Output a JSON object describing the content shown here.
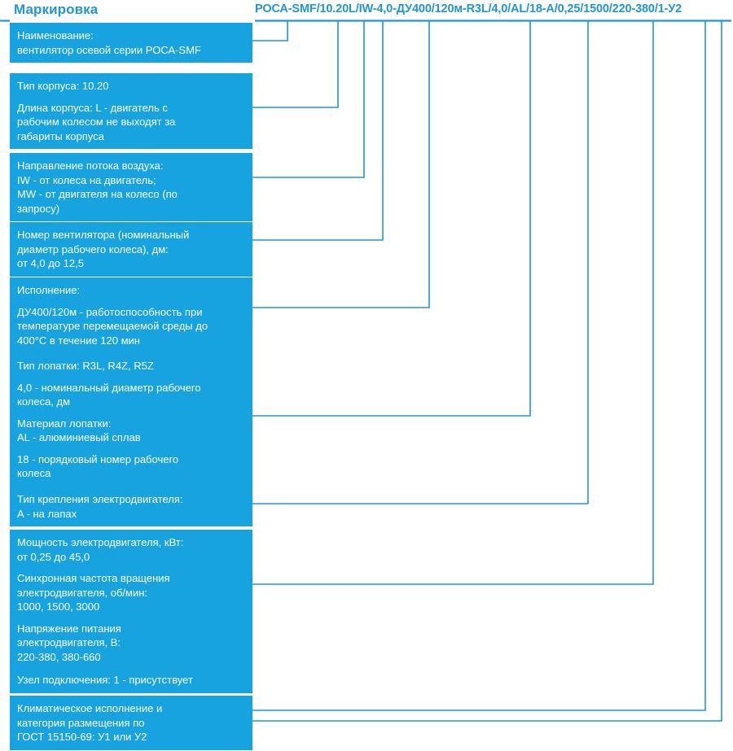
{
  "header": {
    "title": "Маркировка",
    "marking_code": "РОСА-SMF/10.20L/IW-4,0-ДУ400/120м-R3L/4,0/AL/18-A/0,25/1500/220-380/1-У2"
  },
  "colors": {
    "accent": "#2196d6",
    "box_fill": "#17a3e0",
    "box_text": "#ffffff",
    "background": "#ffffff"
  },
  "code_segments": [
    "РОСА-SMF",
    "10.20L",
    "IW",
    "4,0",
    "ДУ400/120м",
    "R3L",
    "4,0",
    "AL",
    "18",
    "A",
    "0,25",
    "1500",
    "220-380",
    "1",
    "У2"
  ],
  "boxes": [
    {
      "id": "naimenovanie",
      "name": "designation",
      "lines": [
        {
          "text": "Наименование:",
          "gap": false
        },
        {
          "text": "вентилятор осевой серии РОСА-SMF",
          "gap": false
        }
      ]
    },
    {
      "id": "tip-korpusa",
      "name": "housing-type",
      "lines": [
        {
          "text": "Тип корпуса: 10.20",
          "gap": false
        },
        {
          "text": "Длина корпуса: L - двигатель с",
          "gap": true
        },
        {
          "text": "рабочим колесом не выходят за",
          "gap": false
        },
        {
          "text": "габариты корпуса",
          "gap": false
        }
      ]
    },
    {
      "id": "napravlenie-potoka",
      "name": "airflow-direction",
      "lines": [
        {
          "text": "Направление потока воздуха:",
          "gap": false
        },
        {
          "text": "IW - от колеса на двигатель;",
          "gap": false
        },
        {
          "text": "MW - от двигателя на колесо (по",
          "gap": false
        },
        {
          "text": "запросу)",
          "gap": false
        }
      ]
    },
    {
      "id": "nomer-ventilyatora",
      "name": "fan-number",
      "lines": [
        {
          "text": "Номер вентилятора (номинальный",
          "gap": false
        },
        {
          "text": "диаметр рабочего колеса), дм:",
          "gap": false
        },
        {
          "text": "от 4,0 до 12,5",
          "gap": false
        }
      ]
    },
    {
      "id": "ispolnenie",
      "name": "fire-rating",
      "lines": [
        {
          "text": "Исполнение:",
          "gap": false
        },
        {
          "text": "ДУ400/120м - работоспособность при",
          "gap": true
        },
        {
          "text": "температуре перемещаемой среды до",
          "gap": false
        },
        {
          "text": "400°C в течение 120 мин",
          "gap": false
        }
      ]
    },
    {
      "id": "tip-lopatki",
      "name": "blade-type",
      "lines": [
        {
          "text": "Тип лопатки: R3L, R4Z, R5Z",
          "gap": false
        },
        {
          "text": "4,0 - номинальный диаметр рабочего",
          "gap": true
        },
        {
          "text": "колеса, дм",
          "gap": false
        },
        {
          "text": "Материал лопатки:",
          "gap": true
        },
        {
          "text": "AL - алюминиевый сплав",
          "gap": false
        },
        {
          "text": "18 - порядковый номер рабочего",
          "gap": true
        },
        {
          "text": "колеса",
          "gap": false
        }
      ]
    },
    {
      "id": "tip-krepleniya",
      "name": "motor-mounting-type",
      "lines": [
        {
          "text": "Тип крепления электродвигателя:",
          "gap": false
        },
        {
          "text": "A - на лапах",
          "gap": false
        }
      ]
    },
    {
      "id": "moshchnost",
      "name": "motor-power",
      "lines": [
        {
          "text": "Мощность электродвигателя, кВт:",
          "gap": false
        },
        {
          "text": "от 0,25 до 45,0",
          "gap": false
        },
        {
          "text": "Синхронная частота вращения",
          "gap": true
        },
        {
          "text": "электродвигателя, об/мин:",
          "gap": false
        },
        {
          "text": "1000, 1500, 3000",
          "gap": false
        },
        {
          "text": "Напряжение питания",
          "gap": true
        },
        {
          "text": "электродвигателя, В:",
          "gap": false
        },
        {
          "text": "220-380, 380-660",
          "gap": false
        }
      ]
    },
    {
      "id": "uzel-podklyucheniya",
      "name": "connection-unit",
      "lines": [
        {
          "text": "Узел подключения: 1 - присутствует",
          "gap": false
        }
      ]
    },
    {
      "id": "klimaticheskoe",
      "name": "climatic-version",
      "lines": [
        {
          "text": "Климатическое исполнение и",
          "gap": false
        },
        {
          "text": "категория размещения по",
          "gap": false
        },
        {
          "text": "ГОСТ 15150-69: У1 или У2",
          "gap": false
        }
      ]
    }
  ]
}
